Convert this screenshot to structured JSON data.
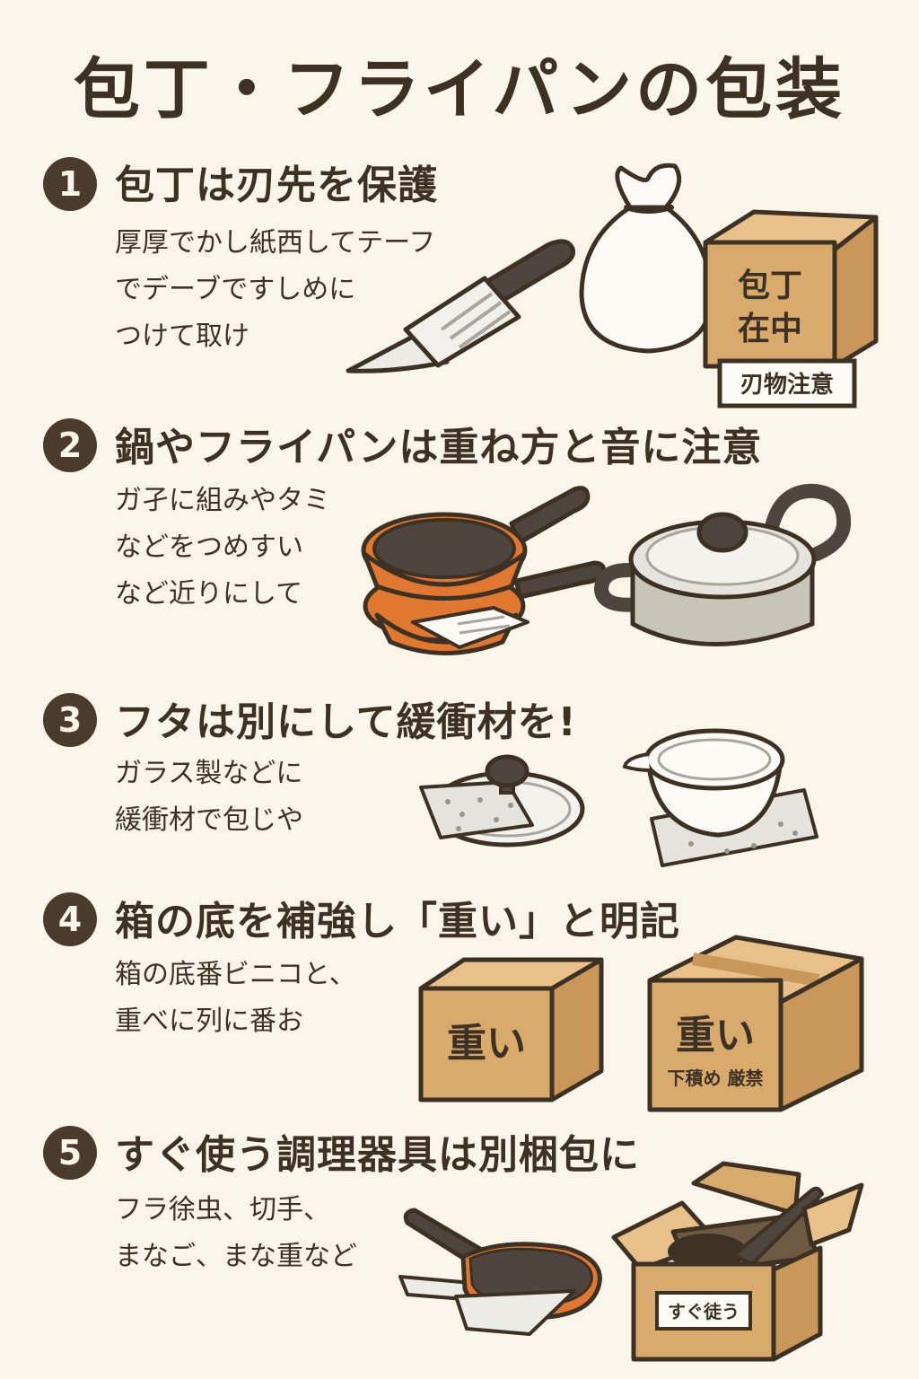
{
  "title": "包丁・フライパンの包装",
  "steps": [
    {
      "number": "1",
      "heading": "包丁は刃先を保護",
      "desc": [
        "厚厚でかし紙西してテーフ",
        "でデーブですしめに",
        "つけて取け"
      ],
      "box_label_1": "包丁",
      "box_label_2": "在中",
      "tag": "刃物注意"
    },
    {
      "number": "2",
      "heading": "鍋やフライパンは重ね方と音に注意",
      "desc": [
        "ガ孑に組みやタミ",
        "などをつめすい",
        "など近りにして"
      ]
    },
    {
      "number": "3",
      "heading": "フタは別にして緩衝材を!",
      "desc": [
        "ガラス製などに",
        "緩衝材で包じや"
      ]
    },
    {
      "number": "4",
      "heading": "箱の底を補強し「重い」と明記",
      "desc": [
        "箱の底番ビニコと、",
        "重べに列に番お"
      ],
      "box_a_label": "重い",
      "box_b_label": "重い",
      "box_b_sub": "下積め 厳禁"
    },
    {
      "number": "5",
      "heading": "すぐ使う調理器具は別梱包に",
      "desc": [
        "フラ徐虫、切手、",
        "まなご、まな重など"
      ],
      "box_label": "すぐ徒う"
    }
  ],
  "colors": {
    "background": "#fcf5ea",
    "ink": "#3d3124",
    "cardboard": "#d8aa6c",
    "pan_orange": "#e0782f",
    "pan_dark": "#4e463e",
    "pot_silver": "#d4d0c6"
  }
}
